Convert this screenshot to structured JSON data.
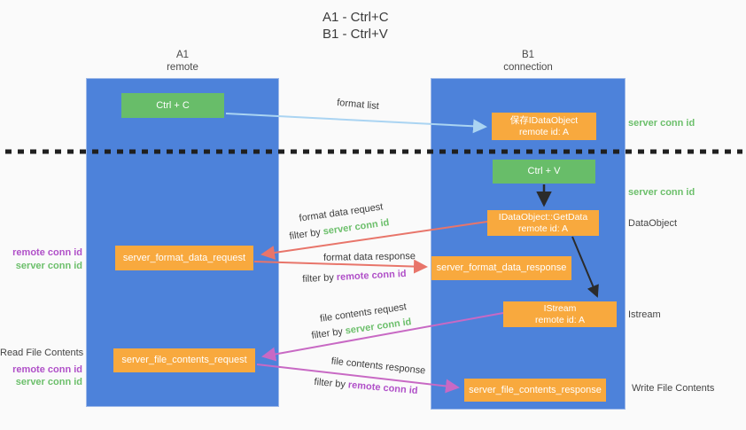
{
  "title": {
    "line1": "A1 - Ctrl+C",
    "line2": "B1 - Ctrl+V"
  },
  "lanes": {
    "left": {
      "name": "A1",
      "role": "remote"
    },
    "right": {
      "name": "B1",
      "role": "connection"
    }
  },
  "nodes": {
    "ctrl_c": {
      "label": "Ctrl + C"
    },
    "ctrl_v": {
      "label": "Ctrl + V"
    },
    "save_dataobject": {
      "line1": "保存IDataObject",
      "line2": "remote id: A"
    },
    "getdata": {
      "line1": "IDataObject::GetData",
      "line2": "remote id: A"
    },
    "istream": {
      "line1": "IStream",
      "line2": "remote id: A"
    },
    "format_request": {
      "label": "server_format_data_request"
    },
    "format_response": {
      "label": "server_format_data_response"
    },
    "file_request": {
      "label": "server_file_contents_request"
    },
    "file_response": {
      "label": "server_file_contents_response"
    }
  },
  "flow_labels": {
    "format_list": "format list",
    "format_data_request": "format data request",
    "format_data_response": "format data response",
    "file_contents_request": "file contents request",
    "file_contents_response": "file contents response",
    "filter_by": "filter by ",
    "server_conn_id": "server conn id",
    "remote_conn_id": "remote conn id"
  },
  "side_labels": {
    "server_conn_id_top": "server conn id",
    "server_conn_id_mid": "server conn id",
    "dataobject": "DataObject",
    "istream": "Istream",
    "write_file_contents": "Write File Contents",
    "read_file_contents": "Read File Contents",
    "remote_conn_id": "remote conn id",
    "server_conn_id": "server conn id"
  },
  "colors": {
    "lane_blue": "#4d82da",
    "box_green": "#68bd69",
    "box_orange": "#f8a93e",
    "arrow_light_blue": "#aad4f2",
    "arrow_red": "#e8756a",
    "arrow_magenta": "#c869c4",
    "arrow_black": "#2b2b2b",
    "text_green": "#6cbf6b",
    "text_purple": "#b050c8",
    "text_dark": "#3c3c3c",
    "background": "#fafafa"
  }
}
